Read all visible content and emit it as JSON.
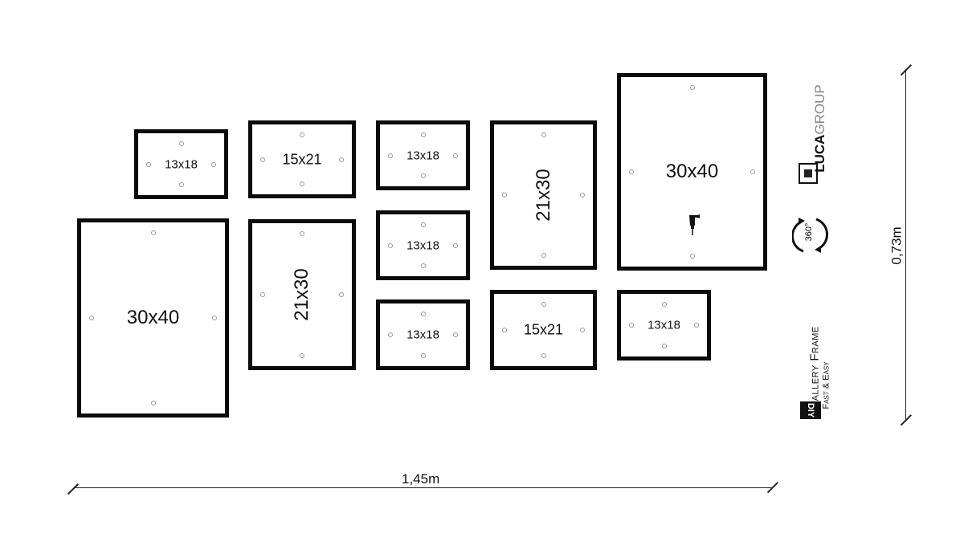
{
  "frames": [
    {
      "label": "13x18"
    },
    {
      "label": "15x21"
    },
    {
      "label": "13x18"
    },
    {
      "label": "21x30"
    },
    {
      "label": "30x40"
    },
    {
      "label": "30x40"
    },
    {
      "label": "21x30"
    },
    {
      "label": "13x18"
    },
    {
      "label": "13x18"
    },
    {
      "label": "15x21"
    },
    {
      "label": "13x18"
    }
  ],
  "dimensions": {
    "width": "1,45m",
    "height": "0,73m"
  },
  "branding": {
    "luca_bold": "LUCA",
    "luca_light": "GROUP",
    "logo_mark_text": "LUCA",
    "badge_360": "360°",
    "diy": "DIY",
    "gallery": "Gallery Frame",
    "tagline": "Fast & Easy"
  }
}
